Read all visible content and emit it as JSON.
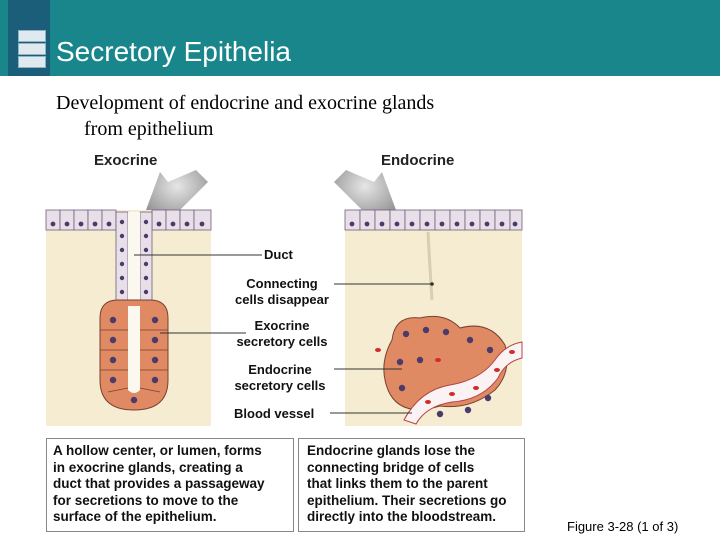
{
  "slide": {
    "title": "Secretory Epithelia",
    "subtitle_line1": "Development of endocrine and exocrine glands",
    "subtitle_line2": "from epithelium",
    "figure_number": "Figure 3-28 (1 of 3)"
  },
  "figure": {
    "exocrine_title": "Exocrine",
    "endocrine_title": "Endocrine",
    "labels": {
      "duct": "Duct",
      "connecting_line1": "Connecting",
      "connecting_line2": "cells disappear",
      "exo_cells_line1": "Exocrine",
      "exo_cells_line2": "secretory cells",
      "endo_cells_line1": "Endocrine",
      "endo_cells_line2": "secretory cells",
      "blood_vessel": "Blood vessel"
    },
    "captions": {
      "exocrine": [
        "A hollow center, or lumen, forms",
        "in exocrine glands, creating a",
        "duct that provides a passageway",
        "for secretions to move to the",
        "surface of the epithelium."
      ],
      "endocrine": [
        "Endocrine glands lose the",
        "connecting bridge of cells",
        "that links them to the parent",
        "epithelium. Their secretions go",
        "directly into the bloodstream."
      ]
    }
  },
  "colors": {
    "title_bar": "#19868b",
    "tissue": "#f5ecd2",
    "surface_cell": "#e9dfe8",
    "gland_cell": "#e08a63",
    "nucleus": "#4a3b6b",
    "blood": "#d12b2b"
  }
}
